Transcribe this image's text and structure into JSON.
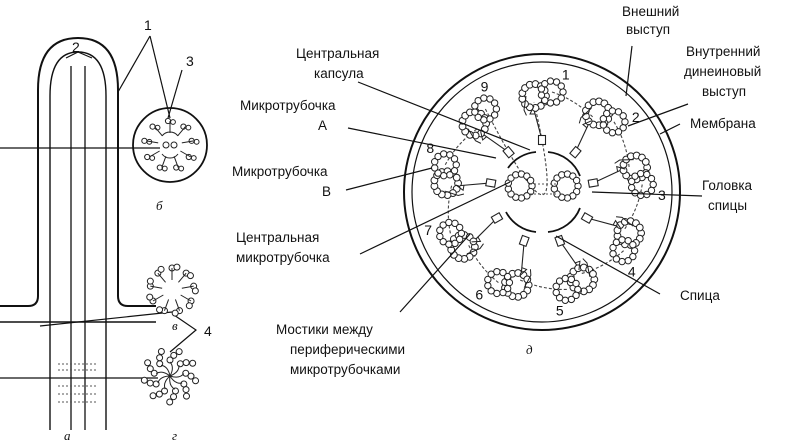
{
  "left_numbers": {
    "n1": "1",
    "n2": "2",
    "n3": "3",
    "n4": "4"
  },
  "sub_labels": {
    "a": "а",
    "b": "б",
    "v": "в",
    "g": "г",
    "d": "д"
  },
  "doublet_numbers": [
    "1",
    "2",
    "3",
    "4",
    "5",
    "6",
    "7",
    "8",
    "9"
  ],
  "labels": {
    "outer_arm_1": "Внешний",
    "outer_arm_2": "выступ",
    "inner_arm_1": "Внутренний",
    "inner_arm_2": "динеиновый",
    "inner_arm_3": "выступ",
    "membrane": "Мембрана",
    "central_capsule_1": "Центральная",
    "central_capsule_2": "капсула",
    "microtubule_a_1": "Микротрубочка",
    "microtubule_a_2": "А",
    "microtubule_b_1": "Микротрубочка",
    "microtubule_b_2": "В",
    "spoke_head_1": "Головка",
    "spoke_head_2": "спицы",
    "central_mt_1": "Центральная",
    "central_mt_2": "микротрубочка",
    "spoke": "Спица",
    "bridges_1": "Мостики между",
    "bridges_2": "периферическими",
    "bridges_3": "микротрубочками"
  }
}
